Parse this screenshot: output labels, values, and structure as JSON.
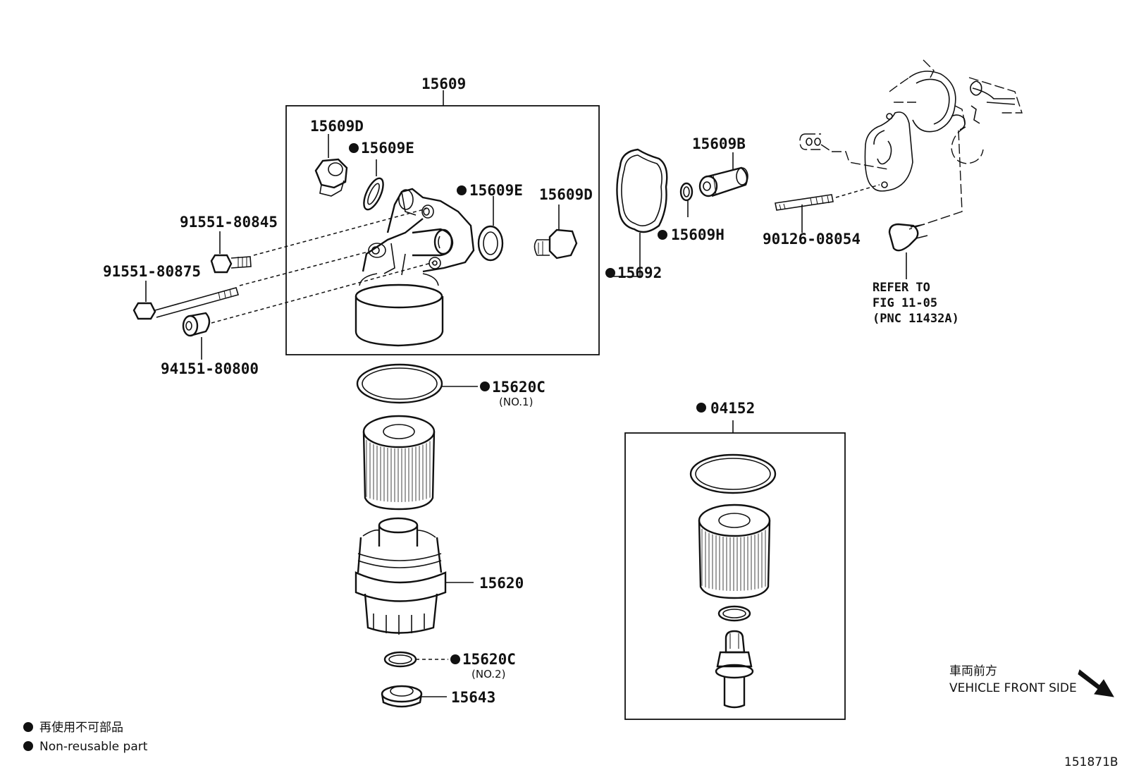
{
  "callouts": {
    "assy_15609": "15609",
    "plug_15609D_left": "15609D",
    "gasket_15609E_left": "15609E",
    "gasket_15609E_right": "15609E",
    "plug_15609D_right": "15609D",
    "pipe_15609B": "15609B",
    "gasket_15609H": "15609H",
    "gasket_15692": "15692",
    "stud_90126": "90126-08054",
    "bolt_91551_80845": "91551-80845",
    "bolt_91551_80875": "91551-80875",
    "collar_94151": "94151-80800",
    "oring_15620C_no1": "15620C",
    "oring_15620C_no1_sub": "(NO.1)",
    "cap_15620": "15620",
    "oring_15620C_no2": "15620C",
    "oring_15620C_no2_sub": "(NO.2)",
    "plug_15643": "15643",
    "element_kit_04152": "04152"
  },
  "refer": {
    "line1": "REFER TO",
    "line2": "FIG 11-05",
    "line3": "(PNC 11432A)"
  },
  "legend": {
    "jp": "再使用不可部品",
    "en": "Non-reusable part"
  },
  "direction": {
    "jp": "車両前方",
    "en": "VEHICLE FRONT SIDE"
  },
  "figure_id": "151871B"
}
